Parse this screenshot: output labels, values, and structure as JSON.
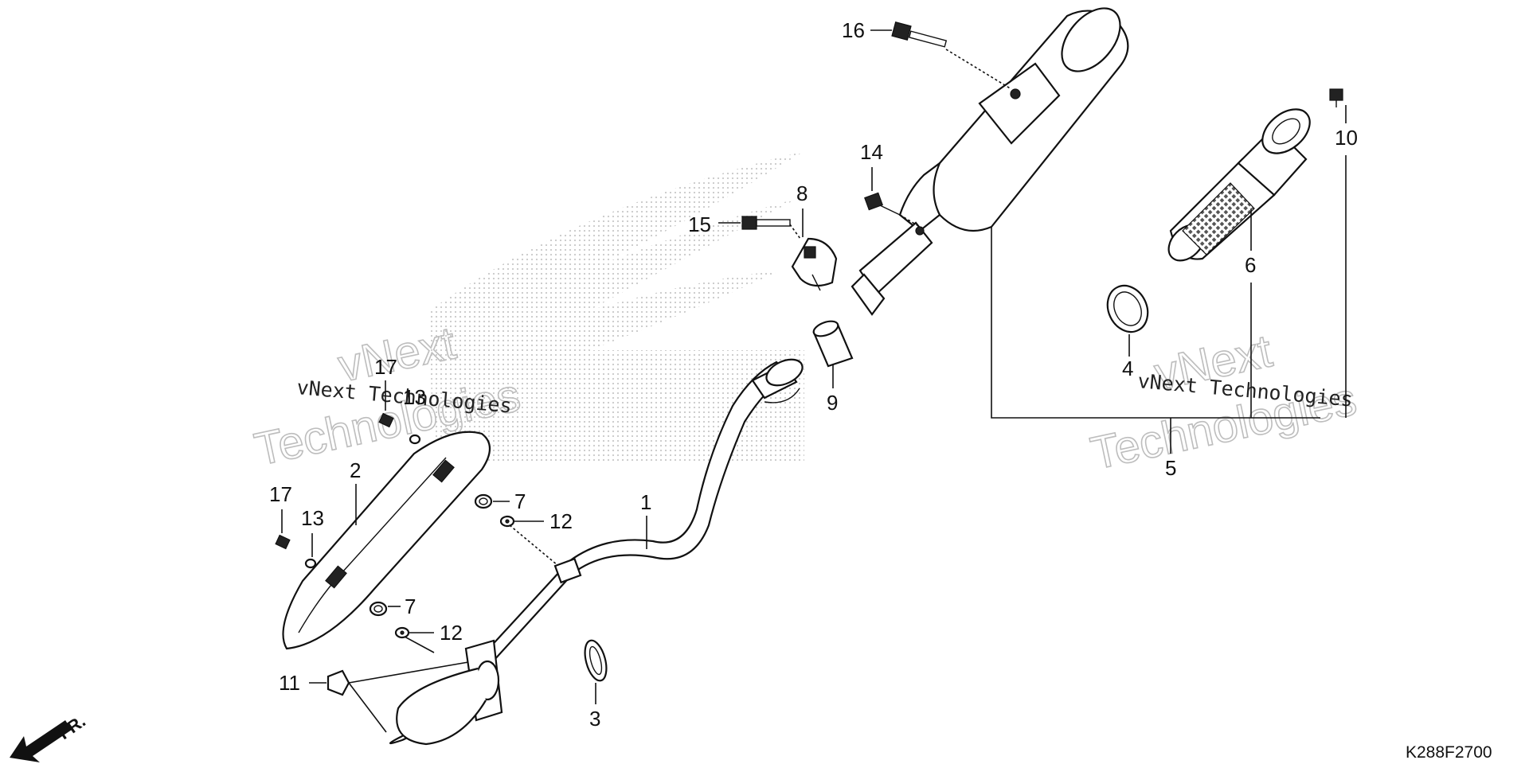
{
  "diagram": {
    "diagram_code": "K288F2700",
    "direction_label": "FR.",
    "watermark_lines": [
      "vNext",
      "Technologies"
    ],
    "watermark_mono": "vNext Technologies",
    "callouts": {
      "c1": "1",
      "c2": "2",
      "c3": "3",
      "c4": "4",
      "c5": "5",
      "c6": "6",
      "c7a": "7",
      "c7b": "7",
      "c8": "8",
      "c9": "9",
      "c10": "10",
      "c11": "11",
      "c12a": "12",
      "c12b": "12",
      "c13a": "13",
      "c13b": "13",
      "c14": "14",
      "c15": "15",
      "c16": "16",
      "c17a": "17",
      "c17b": "17"
    }
  }
}
